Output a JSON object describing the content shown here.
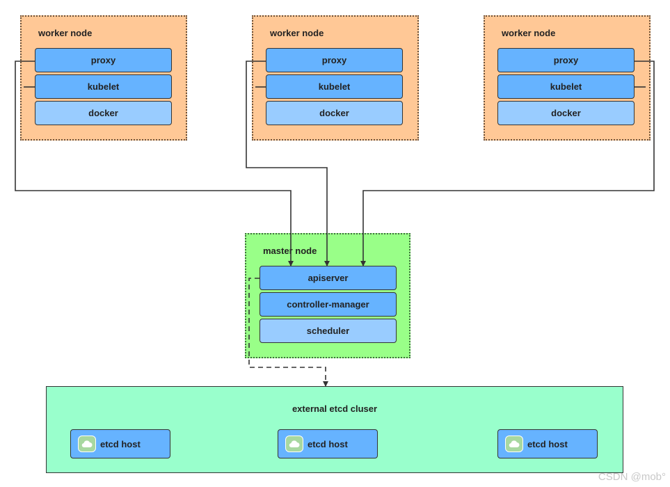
{
  "worker_nodes": [
    {
      "title": "worker node",
      "components": [
        "proxy",
        "kubelet",
        "docker"
      ]
    },
    {
      "title": "worker node",
      "components": [
        "proxy",
        "kubelet",
        "docker"
      ]
    },
    {
      "title": "worker node",
      "components": [
        "proxy",
        "kubelet",
        "docker"
      ]
    }
  ],
  "master_node": {
    "title": "master node",
    "components": [
      "apiserver",
      "controller-manager",
      "scheduler"
    ]
  },
  "etcd_cluster": {
    "title": "external etcd cluser",
    "hosts": [
      "etcd host",
      "etcd host",
      "etcd host"
    ]
  },
  "watermark": "CSDN @mob°",
  "colors": {
    "worker_fill": "#ffc896",
    "master_fill": "#99ff88",
    "etcd_fill": "#99ffcc",
    "component_dark": "#66b3ff",
    "component_light": "#99ccff",
    "connector": "#333333"
  },
  "icons": {
    "etcd_host": "etcd-cloud-icon"
  }
}
